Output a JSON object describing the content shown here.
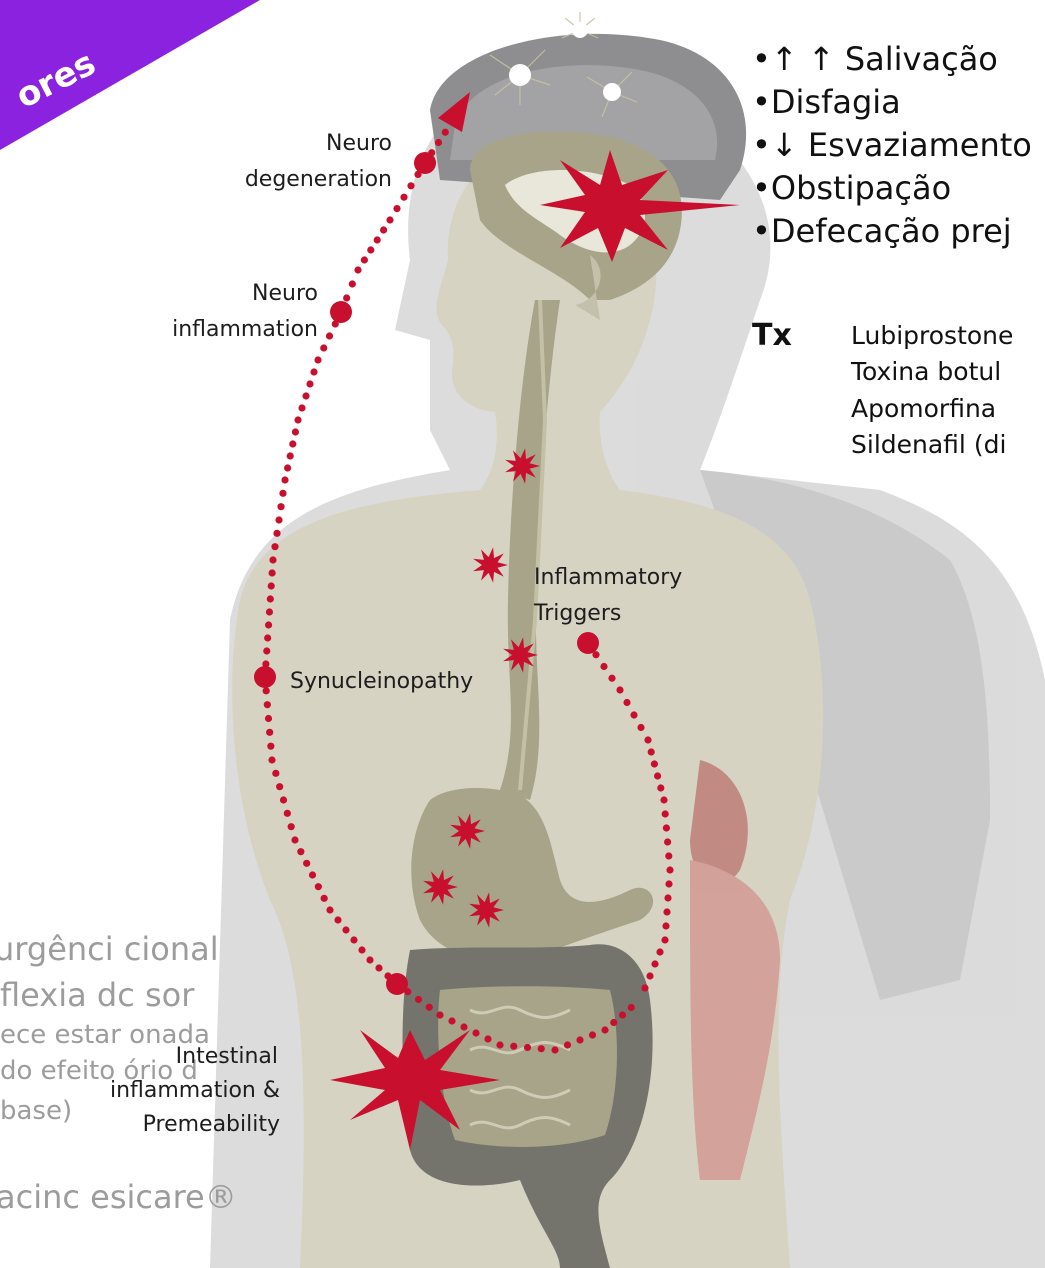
{
  "banner": {
    "text": "ores",
    "color": "#8a22e0"
  },
  "diagram_labels": {
    "neuro_degeneration": [
      "Neuro",
      "degeneration"
    ],
    "neuro_inflammation": [
      "Neuro",
      "inflammation"
    ],
    "inflammatory_triggers": [
      "Inflammatory",
      "Triggers"
    ],
    "synucleinopathy": "Synucleinopathy",
    "intestinal": [
      "Intestinal",
      "inflammation &",
      "Premeability"
    ]
  },
  "symptoms": [
    "•↑ ↑ Salivação",
    "•Disfagia",
    "•↓ Esvaziamento",
    "•Obstipação",
    "•Defecação prej"
  ],
  "treatment": {
    "label": "Tx",
    "items": [
      "Lubiprostone",
      "Toxina botul",
      "Apomorfina",
      "Sildenafil (di"
    ]
  },
  "faded_text": [
    "urgênci      cional",
    "flexia dc      sor",
    "ece estar      onada",
    "do efeito      ório d",
    " base)",
    "acinc      esicare®"
  ],
  "colors": {
    "accent_red": "#c8102e",
    "body_fill": "#d6d3c3",
    "organ_fill": "#a7a489",
    "colon_fill": "#75746c",
    "head_bg": "#8e8e90"
  }
}
